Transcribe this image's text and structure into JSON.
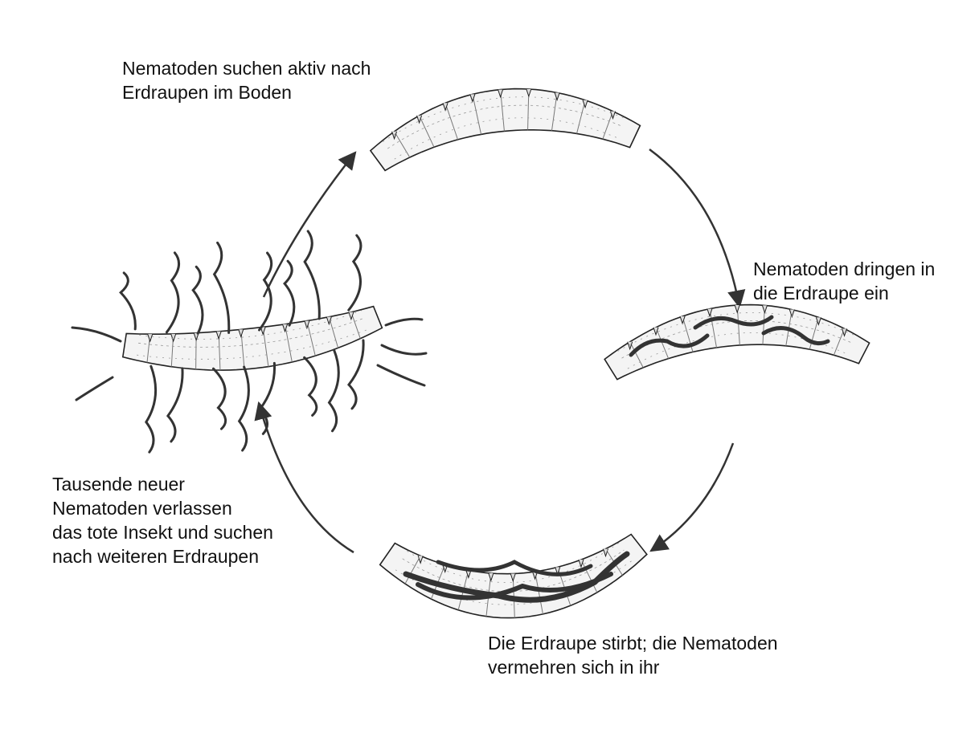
{
  "diagram": {
    "labels": {
      "search": [
        "Nematoden suchen aktiv nach",
        "Erdraupen im Boden"
      ],
      "enter": [
        "Nematoden dringen in",
        "die Erdraupe ein"
      ],
      "die": [
        "Die Erdraupe stirbt; die Nematoden",
        "vermehren sich in ihr"
      ],
      "leave": [
        "Tausende neuer",
        "Nematoden verlassen",
        "das tote Insekt und suchen",
        "nach weiteren Erdraupen"
      ]
    },
    "colors": {
      "ink": "#222222",
      "nematode": "#333333",
      "caterpillar_fill": "#f4f4f4",
      "background": "#ffffff"
    }
  }
}
